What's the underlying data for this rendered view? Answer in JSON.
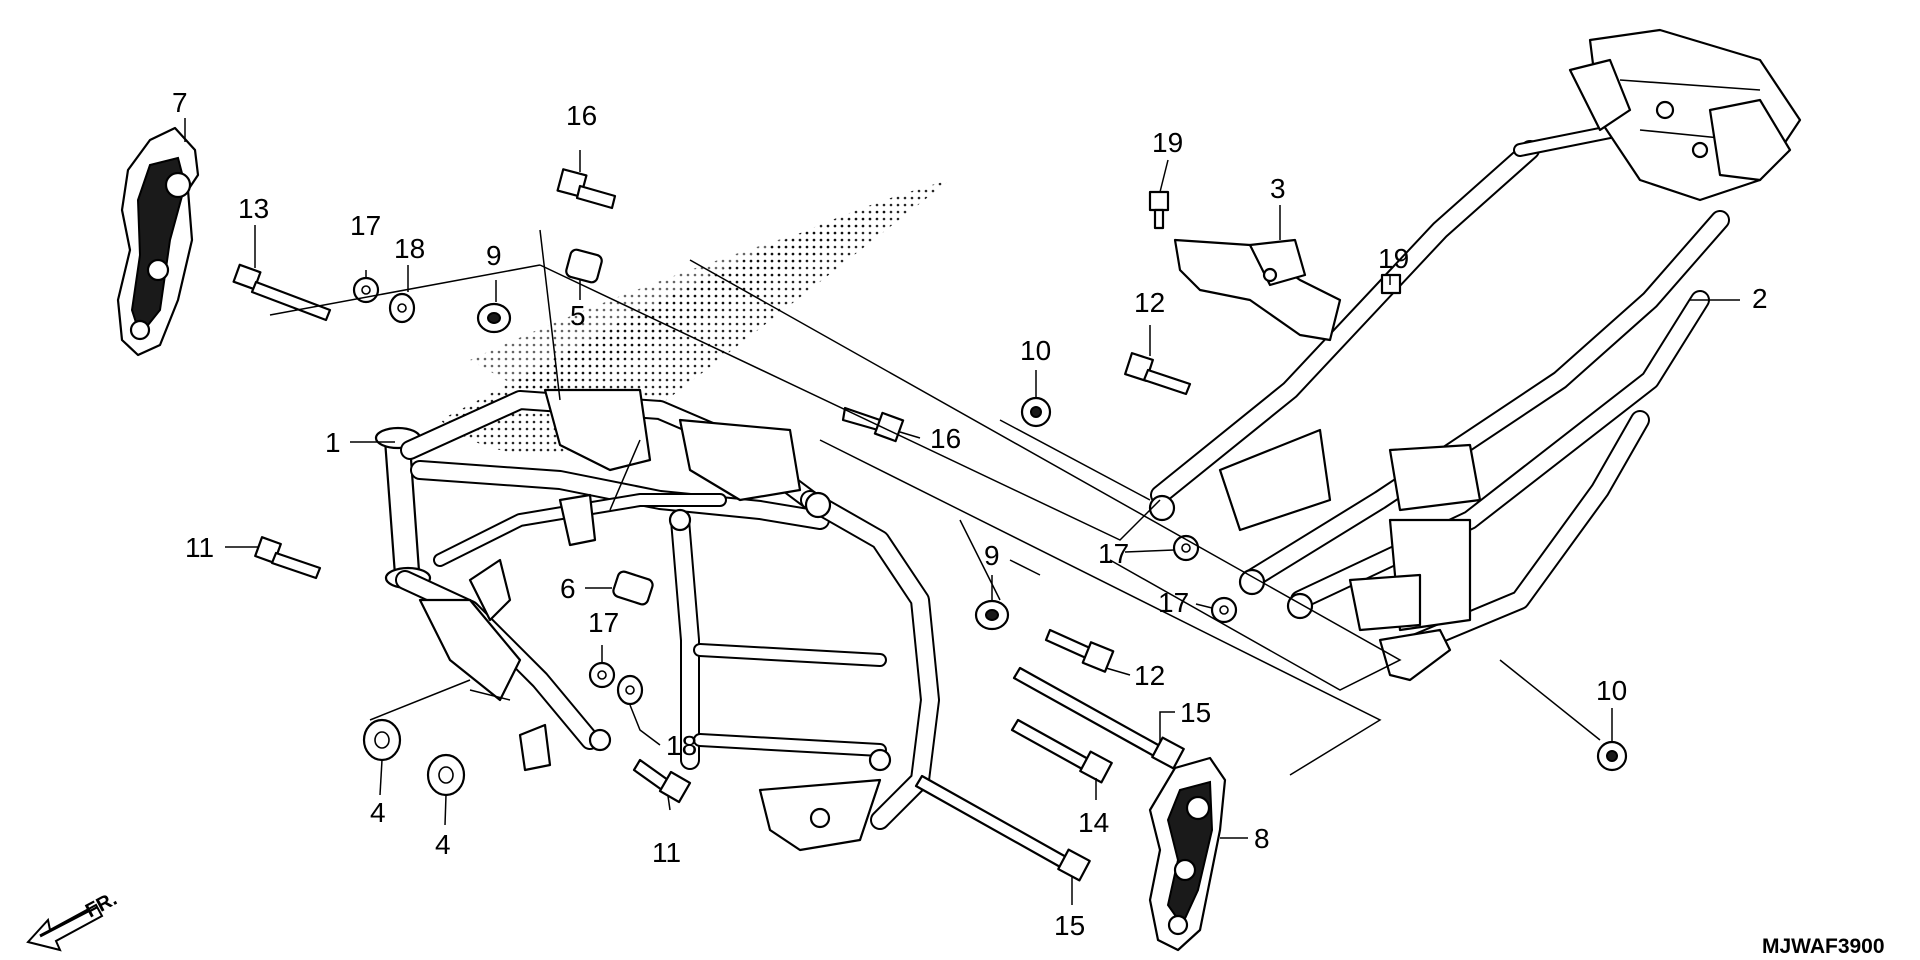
{
  "diagram": {
    "code": "MJWAF3900",
    "direction_label": "FR.",
    "callouts": [
      "7",
      "13",
      "17",
      "18",
      "9",
      "16",
      "5",
      "1",
      "11",
      "6",
      "17",
      "18",
      "4",
      "4",
      "11",
      "16",
      "9",
      "12",
      "15",
      "14",
      "15",
      "8",
      "10",
      "12",
      "19",
      "3",
      "19",
      "2",
      "17",
      "17",
      "10"
    ]
  }
}
